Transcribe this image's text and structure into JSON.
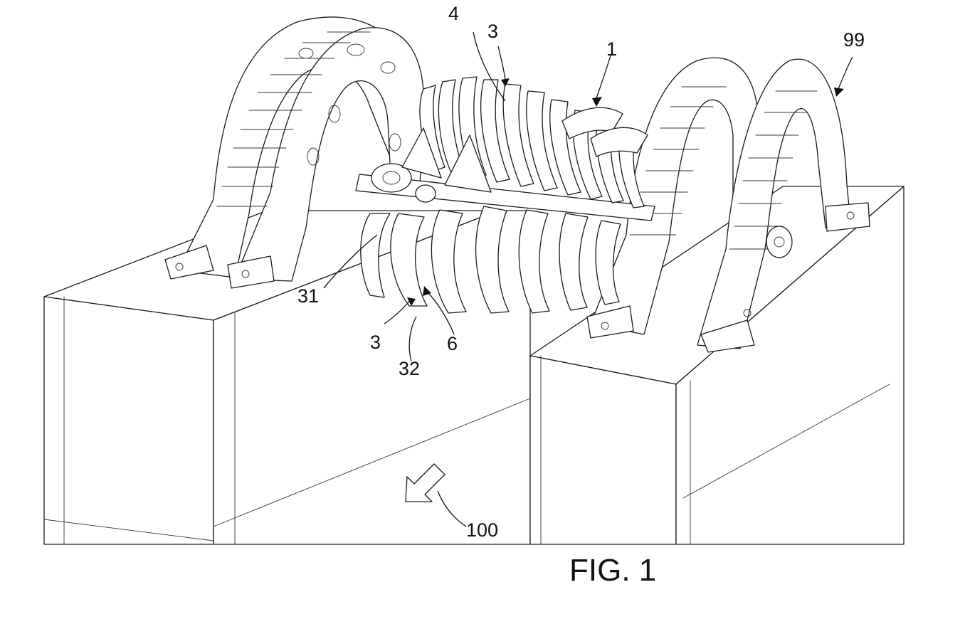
{
  "figure": {
    "caption": "FIG. 1",
    "reference_numerals": {
      "n1": "1",
      "n3_top": "3",
      "n4": "4",
      "n99": "99",
      "n31": "31",
      "n3_bottom": "3",
      "n32": "32",
      "n6": "6",
      "n100": "100"
    }
  }
}
